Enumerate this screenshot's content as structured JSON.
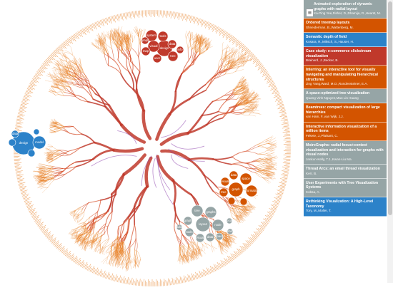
{
  "colors": {
    "gray": "#96a5a6",
    "orange": "#d35400",
    "blue": "#2c82c9",
    "red": "#c0392b",
    "branch_main": "#c0392b",
    "branch_light": "#e67e22",
    "branch_purple": "#8e44ad"
  },
  "menu": {
    "icon": "hamburger-icon",
    "label": "≡"
  },
  "papers": [
    {
      "title": "Animated exploration of dynamic graphs with radial layout",
      "authors": "Ka-Ping Yee,Fisher, D.,Dhamija, R.,Hearst, M.",
      "color": "gray"
    },
    {
      "title": "Ordered treemap layouts",
      "authors": "Shneiderman, B.,Wattenberg, M.",
      "color": "orange"
    },
    {
      "title": "Semantic depth of field",
      "authors": "Kosara, R.,Miksch, S.,Hauser, H.",
      "color": "blue"
    },
    {
      "title": "Case study: e-commerce clickstream visualization",
      "authors": "Brainerd, J.,Becker, B.",
      "color": "red"
    },
    {
      "title": "Interring: an interactive tool for visually navigating and manipulating hierarchical structures",
      "authors": "Jing Yang,Ward, M.O.,Rundensteiner, E.A.",
      "color": "orange"
    },
    {
      "title": "A space-optimized tree visualization",
      "authors": "Quang Vinh Nguyen,Mao Lin Huang",
      "color": "gray"
    },
    {
      "title": "Beamtrees: compact visualization of large hierarchies",
      "authors": "van Ham, F.,van Wijk, J.J.",
      "color": "orange"
    },
    {
      "title": "Interactive information visualization of a million items",
      "authors": "Fekete, J.,Plaisant, C.",
      "color": "orange"
    },
    {
      "title": "MoireGraphs: radial focus+context visualization and interaction for graphs with visual nodes",
      "authors": "Jankun-Kelly, T.J.,Kwan-Liu Ma",
      "color": "gray"
    },
    {
      "title": "Thread Arcs: an email thread visualization",
      "authors": "Kerr, B.",
      "color": "gray"
    },
    {
      "title": "User Experiments with Tree Visualization Systems",
      "authors": "Kobsa, A.",
      "color": "gray"
    },
    {
      "title": "Rethinking Visualization: A High-Level Taxonomy",
      "authors": "Tory, M.,Moller, T.",
      "color": "blue"
    }
  ],
  "clusters": [
    {
      "name": "red-cluster",
      "color": "red",
      "labels": [
        "design",
        "system",
        "tools",
        "data",
        "visual",
        "map",
        "user",
        "tree",
        "graph",
        "info"
      ]
    },
    {
      "name": "blue-cluster",
      "color": "blue",
      "labels": [
        "design",
        "model",
        "data",
        "",
        "",
        ""
      ]
    },
    {
      "name": "orange-cluster",
      "color": "orange",
      "labels": [
        "space",
        "data",
        "visual",
        "tree",
        "graph",
        "information",
        "",
        ""
      ]
    },
    {
      "name": "gray-cluster",
      "color": "gray",
      "labels": [
        "tree",
        "graphs",
        "layout",
        "graph",
        "node",
        "tools",
        "visual",
        "data",
        "space",
        "hierarchy",
        "focus",
        "radial"
      ]
    }
  ]
}
